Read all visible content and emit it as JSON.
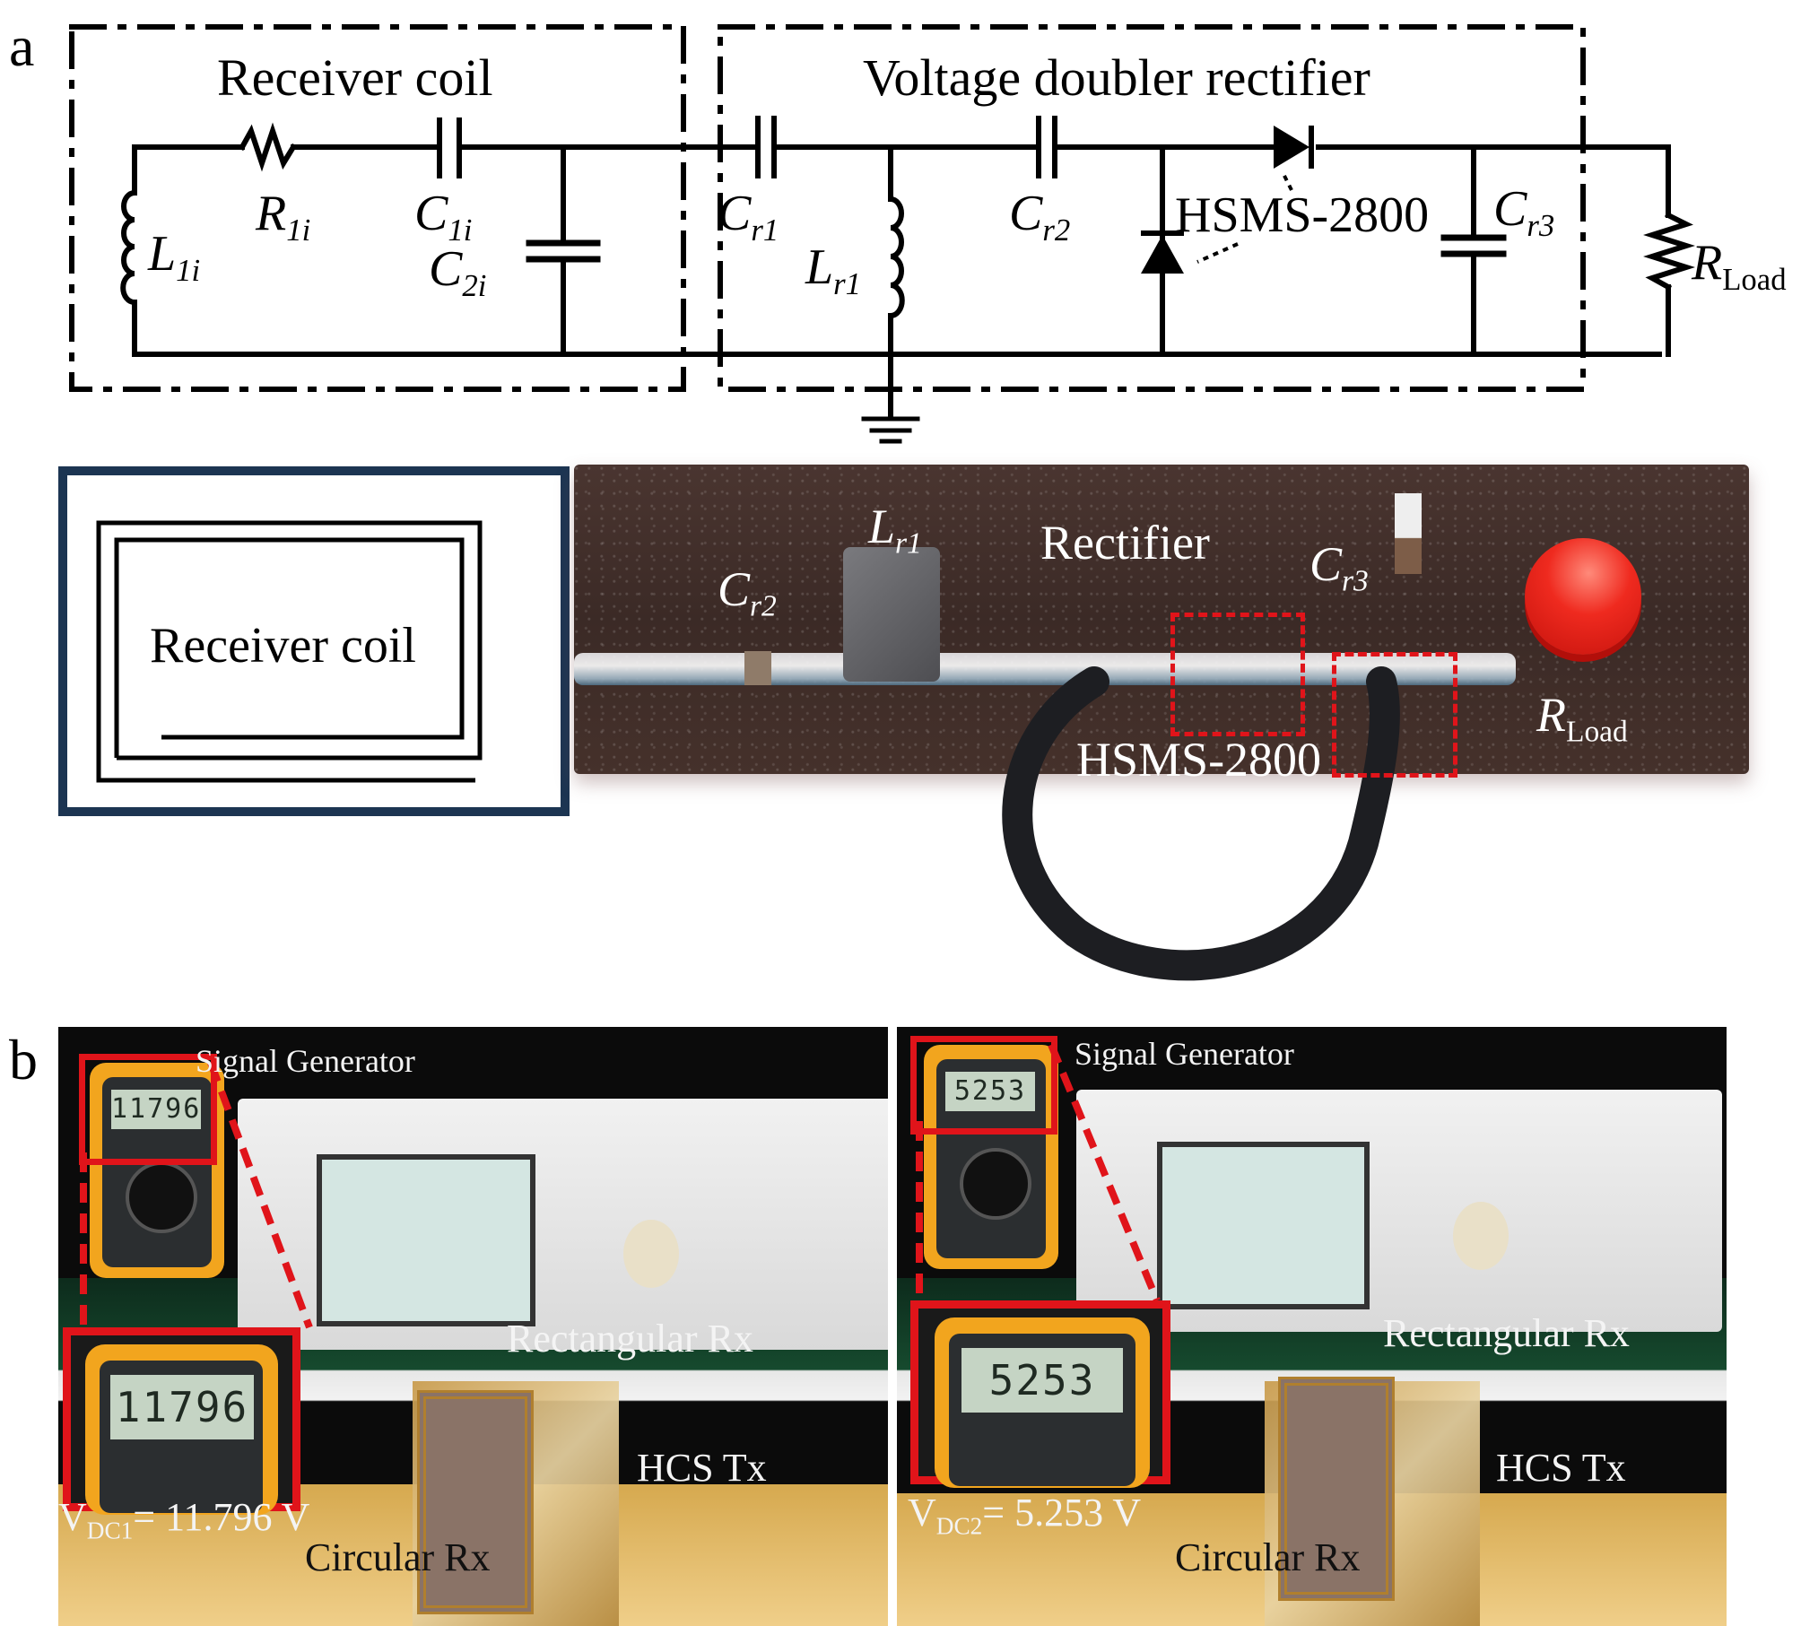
{
  "panel_a": {
    "letter": "a",
    "schematic": {
      "receiver_block_title": "Receiver coil",
      "rectifier_block_title": "Voltage doubler rectifier",
      "components": {
        "L1i": {
          "main": "L",
          "sub": "1i"
        },
        "R1i": {
          "main": "R",
          "sub": "1i"
        },
        "C1i": {
          "main": "C",
          "sub": "1i"
        },
        "C2i": {
          "main": "C",
          "sub": "2i"
        },
        "Cr1": {
          "main": "C",
          "sub": "r1"
        },
        "Lr1": {
          "main": "L",
          "sub": "r1"
        },
        "Cr2": {
          "main": "C",
          "sub": "r2"
        },
        "Cr3": {
          "main": "C",
          "sub": "r3"
        },
        "RLoad": {
          "main": "R",
          "sub": "Load"
        }
      },
      "diode_part": "HSMS-2800"
    },
    "photo": {
      "coil_box_label": "Receiver coil",
      "labels": {
        "Lr1": {
          "main": "L",
          "sub": "r1"
        },
        "Cr2": {
          "main": "C",
          "sub": "r2"
        },
        "Cr3": {
          "main": "C",
          "sub": "r3"
        },
        "RLoad": {
          "main": "R",
          "sub": "Load"
        },
        "rectifier": "Rectifier",
        "diode": "HSMS-2800"
      }
    }
  },
  "panel_b": {
    "letter": "b",
    "left_photo": {
      "signal_generator_label": "Signal Generator",
      "meter_reading": "11796",
      "meter_reading_zoom": "11796",
      "voltage_label": {
        "main": "V",
        "sub": "DC1",
        "value": "= 11.796 V"
      },
      "rect_rx_label": "Rectangular Rx",
      "hcs_tx_label": "HCS Tx",
      "circular_rx_label": "Circular Rx"
    },
    "right_photo": {
      "signal_generator_label": "Signal Generator",
      "meter_reading": "5253",
      "meter_reading_zoom": "5253",
      "voltage_label": {
        "main": "V",
        "sub": "DC2",
        "value": "= 5.253 V"
      },
      "rect_rx_label": "Rectangular Rx",
      "hcs_tx_label": "HCS Tx",
      "circular_rx_label": "Circular Rx"
    }
  },
  "colors": {
    "highlight_red": "#e0141a",
    "coil_frame": "#1c3552",
    "led_red": "#e8261f",
    "meter_yellow": "#f2a51e"
  }
}
